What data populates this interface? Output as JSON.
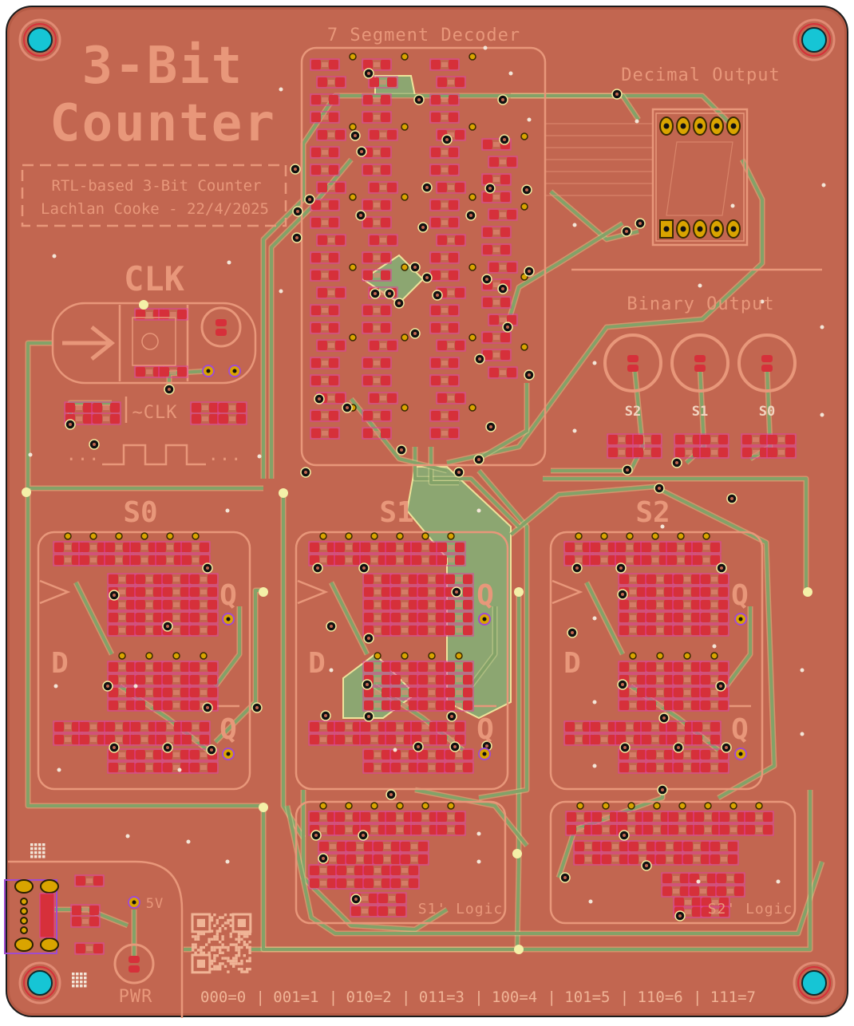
{
  "board": {
    "title_line1": "3-Bit",
    "title_line2": "Counter",
    "subtitle_line1": "RTL-based 3-Bit Counter",
    "subtitle_line2": "Lachlan Cooke - 22/4/2025"
  },
  "sections": {
    "decoder": "7 Segment Decoder",
    "decimal_output": "Decimal Output",
    "binary_output": "Binary Output",
    "clock": "CLK",
    "clock_inverted": "~CLK",
    "clock_dots": "...",
    "power": "PWR",
    "voltage": "5V",
    "s1_logic": "S1' Logic",
    "s2_logic": "S2' Logic"
  },
  "flipflops": [
    {
      "name": "S0",
      "d": "D",
      "q": "Q",
      "qbar": "Q"
    },
    {
      "name": "S1",
      "d": "D",
      "q": "Q",
      "qbar": "Q"
    },
    {
      "name": "S2",
      "d": "D",
      "q": "Q",
      "qbar": "Q"
    }
  ],
  "binary_leds": [
    "S2",
    "S1",
    "S0"
  ],
  "legend": [
    "000=0",
    "001=1",
    "010=2",
    "011=3",
    "100=4",
    "101=5",
    "110=6",
    "111=7"
  ],
  "legend_separator": "|",
  "colors": {
    "substrate": "#b35a44",
    "copper_pour": "#c4664e",
    "trace": "#83a268",
    "silkscreen": "#e8977a",
    "pad": "#d6303a",
    "mount_hole": "#16c5d5",
    "gold_pin": "#d9a400",
    "highlight_net": "#f4f0a8"
  }
}
